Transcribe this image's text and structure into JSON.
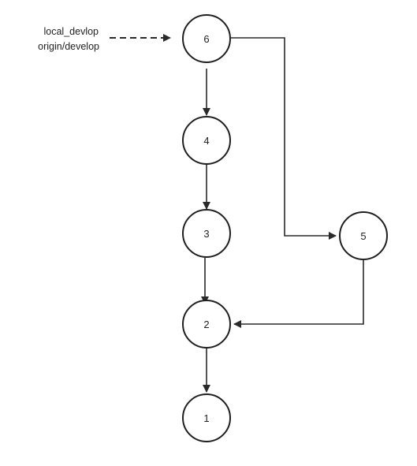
{
  "branch_labels": {
    "local": "local_devlop",
    "remote": "origin/develop"
  },
  "nodes": {
    "n6": "6",
    "n4": "4",
    "n3": "3",
    "n2": "2",
    "n1": "1",
    "n5": "5"
  },
  "colors": {
    "stroke": "#1f1f1f",
    "background": "#ffffff"
  }
}
